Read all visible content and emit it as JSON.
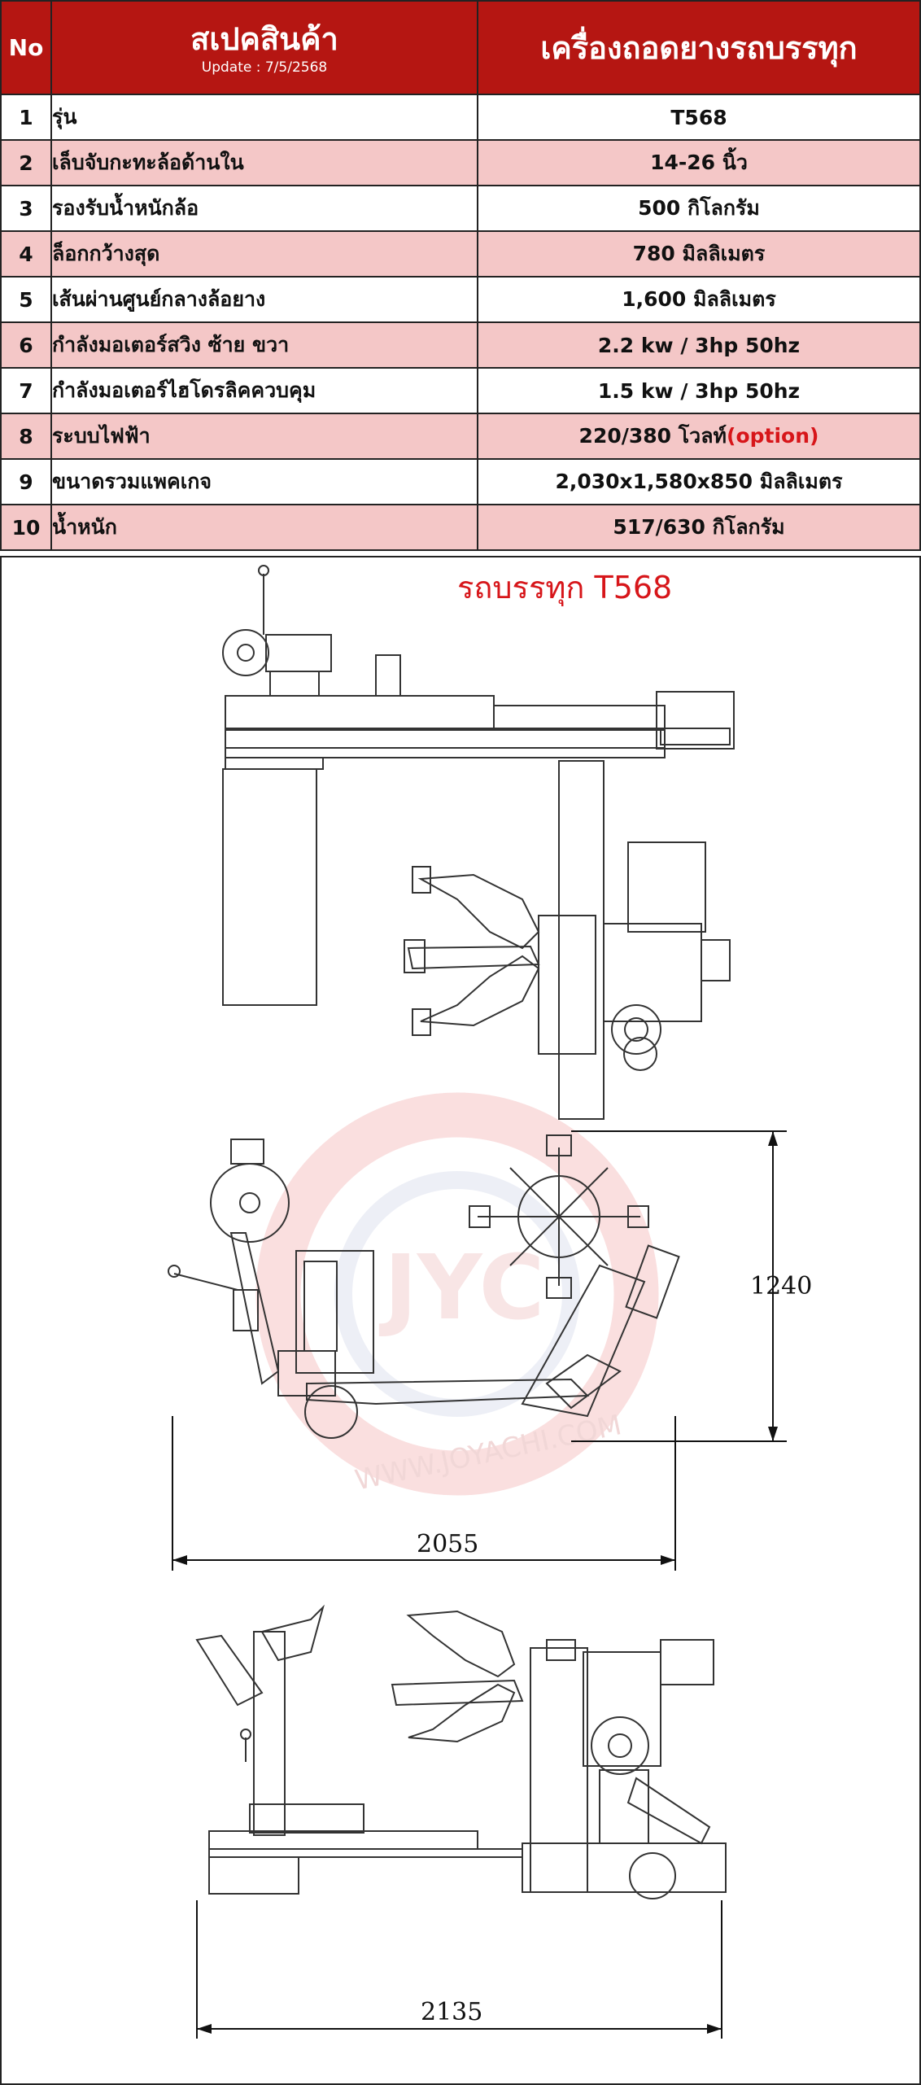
{
  "header": {
    "no_label": "No",
    "spec_title": "สเปคสินค้า",
    "update_text": "Update : 7/5/2568",
    "product_title": "เครื่องถอดยางรถบรรทุก"
  },
  "specs": [
    {
      "no": "1",
      "name": "รุ่น",
      "value": "T568"
    },
    {
      "no": "2",
      "name": "เล็บจับกะทะล้อด้านใน",
      "value": "14-26 นิ้ว"
    },
    {
      "no": "3",
      "name": "รองรับน้ำหนักล้อ",
      "value": "500 กิโลกรัม"
    },
    {
      "no": "4",
      "name": "ล็อกกว้างสุด",
      "value": "780 มิลลิเมตร"
    },
    {
      "no": "5",
      "name": "เส้นผ่านศูนย์กลางล้อยาง",
      "value": "1,600 มิลลิเมตร"
    },
    {
      "no": "6",
      "name": "กำลังมอเตอร์สวิง ซ้าย ขวา",
      "value": "2.2 kw / 3hp  50hz"
    },
    {
      "no": "7",
      "name": "กำลังมอเตอร์ไฮโดรลิคควบคุม",
      "value": "1.5 kw / 3hp  50hz"
    },
    {
      "no": "8",
      "name": "ระบบไฟฟ้า",
      "value": "220/380 โวลท์",
      "value_extra": "(option)"
    },
    {
      "no": "9",
      "name": "ขนาดรวมแพคเกจ",
      "value": "2,030x1,580x850 มิลลิเมตร"
    },
    {
      "no": "10",
      "name": "น้ำหนัก",
      "value": "517/630 กิโลกรัม"
    }
  ],
  "drawing": {
    "caption": "รถบรรทุก T568",
    "dim_height": "1240",
    "dim_width_side": "2055",
    "dim_width_front": "2135"
  },
  "watermark": {
    "brand": "JYC",
    "site": "WWW.JOYACHI.COM"
  },
  "colors": {
    "header_red": "#b51612",
    "row_pink": "#f4c7c7",
    "accent_red": "#d7161a"
  }
}
